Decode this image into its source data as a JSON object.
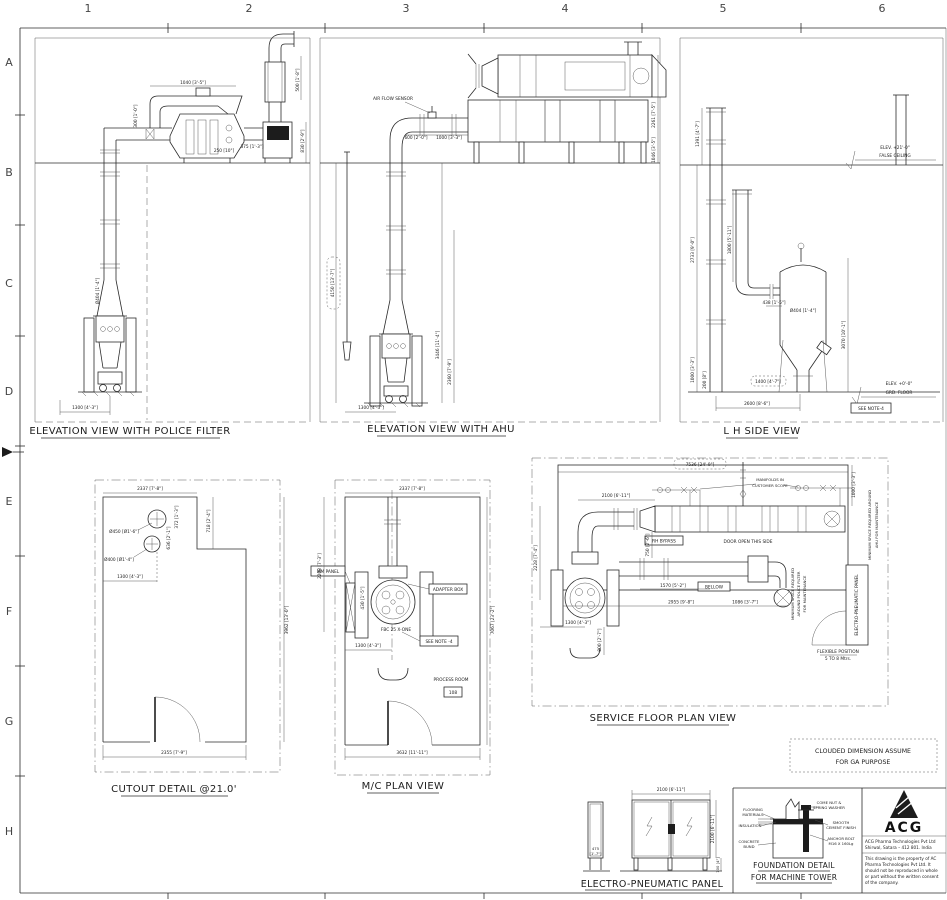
{
  "sheet": {
    "cols": [
      "1",
      "2",
      "3",
      "4",
      "5",
      "6"
    ],
    "rows": [
      "A",
      "B",
      "C",
      "D",
      "E",
      "F",
      "G",
      "H"
    ]
  },
  "views": {
    "police": {
      "title": "ELEVATION VIEW WITH POLICE FILTER",
      "dims": [
        "1040 [3'-5\"]",
        "300 [1'-0\"]",
        "500 [1'-8\"]",
        "375 [1'-3\"]",
        "250 [10\"]",
        "830 [2'-9\"]",
        "Ø404 [1'-4\"]",
        "1300 [4'-3\"]"
      ]
    },
    "ahu": {
      "title": "ELEVATION VIEW WITH AHU",
      "sensor_label": "AIR FLOW SENSOR",
      "dims": [
        "600 [2'-0\"]",
        "1000 [3'-3\"]",
        "4150 [13'-7\"]",
        "3446 [11'-4\"]",
        "2360 [7'-9\"]",
        "2261 [7'-5\"]",
        "1046 [3'-5\"]",
        "1300 [4'-3\"]"
      ]
    },
    "lh": {
      "title": "L H SIDE VIEW",
      "elev_ceiling": [
        "ELEV. +21'-0\"",
        "FALSE CEILING"
      ],
      "elev_floor": [
        "ELEV. +0'-0\"",
        "GRD. FLOOR"
      ],
      "see_note": "SEE NOTE-4",
      "dims": [
        "1391 [4'-7\"]",
        "2733 [9'-0\"]",
        "1800 [5'-11\"]",
        "1000 [3'-3\"]",
        "200 [8\"]",
        "438 [1'-5\"]",
        "Ø404 [1'-4\"]",
        "3070 [10'-1\"]",
        "1400 [4'-7\"]",
        "2600 [8'-6\"]"
      ]
    },
    "cutout": {
      "title": "CUTOUT DETAIL @21.0'",
      "dims": [
        "2337 [7'-8\"]",
        "372 [1'-3\"]",
        "636 [2'-1\"]",
        "718 [2'-4\"]",
        "Ø450 [Ø1'-6\"]",
        "Ø400 [Ø1'-4\"]",
        "1300 [4'-3\"]",
        "2355 [7'-9\"]",
        "3962 [13'-0\"]"
      ]
    },
    "mc": {
      "title": "M/C PLAN VIEW",
      "labels": {
        "mm_panel": "MM PANEL",
        "adapter_box": "ADAPTER BOX",
        "machine": "FBC 25 X-ONE",
        "see_note": "SEE NOTE -4",
        "room": "PROCESS ROOM",
        "room_no": "108"
      },
      "dims": [
        "2337 [7'-8\"]",
        "2208 [7'-3\"]",
        "430 [1'-5\"]",
        "1300 [4'-3\"]",
        "3632 [11'-11\"]",
        "7067 [23'-2\"]"
      ]
    },
    "service": {
      "title": "SERVICE FLOOR PLAN VIEW",
      "labels": {
        "manifolds": [
          "MANIFOLDS IN",
          "CUSTOMER SCOPE"
        ],
        "rh_bypass": "RH BYPASS",
        "door_open": "DOOR OPEN THIS SIDE",
        "bellow": "BELLOW",
        "flexible": [
          "FLEXIBLE POSITION",
          "5 TO 8 Mtrs."
        ],
        "min_ahu": [
          "MINIMUM SPACE REQUIRED AROUND",
          "AHU FOR MAINTENANCE"
        ],
        "min_police": [
          "MINIMUM SPACE REQUIRED",
          "AROUND POLICE FILTER",
          "FOR MAINTENANCE"
        ],
        "ep_panel": "ELECTRO-PNEUMATIC PANEL"
      },
      "dims": [
        "7536 [24'-9\"]",
        "2100 [6'-11\"]",
        "750 [2'-6\"]",
        "1570 [5'-2\"]",
        "2955 [9'-8\"]",
        "1086 [3'-7\"]",
        "1300 [4'-3\"]",
        "800 [2'-7\"]",
        "2228 [7'-4\"]",
        "1000 [3'-3\"]"
      ]
    },
    "panel": {
      "title": "ELECTRO-PNEUMATIC PANEL",
      "dims": [
        "2100 [6'-11\"]",
        "2100 [6'-11\"]",
        "475",
        "[1'-7\"]",
        "100 [4\"]"
      ]
    },
    "foundation": {
      "title": [
        "FOUNDATION DETAIL",
        "FOR MACHINE TOWER"
      ],
      "labels": {
        "flooring": [
          "FLOORING",
          "MATERIALS"
        ],
        "insulation": "INSULATION",
        "concrete": [
          "CONCRETE",
          "BUND"
        ],
        "nut": [
          "COME NUT &",
          "SPRING WASHER"
        ],
        "cement": [
          "SMOOTH",
          "CEMENT FINISH"
        ],
        "anchor": [
          "ANCHOR BOLT",
          "M16 X 160Lg"
        ]
      }
    }
  },
  "ga_note": [
    "CLOUDED DIMENSION ASSUME",
    "FOR GA PURPOSE"
  ],
  "title_block": {
    "brand": "ACG",
    "company": [
      "ACG Pharma Technologies Pvt Ltd",
      "Shirwal, Satara – 412 801. India"
    ],
    "notice": [
      "This drawing is the property of AC",
      "Pharma Technologies Pvt Ltd. It",
      "should not be reproduced in whole",
      "or part without the written consent",
      "of the company."
    ]
  }
}
